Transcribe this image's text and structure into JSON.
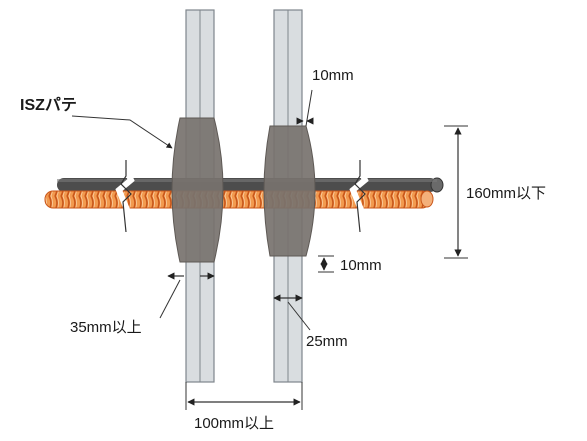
{
  "labels": {
    "putty": "ISZパテ",
    "sleeve_gap": "10mm",
    "cable_height": "160mm以下",
    "bottom_gap": "10mm",
    "left_overlap": "35mm以上",
    "right_overlap": "25mm",
    "wall_span": "100mm以上"
  },
  "colors": {
    "wall": "#d9dde0",
    "wall_edge": "#7f868c",
    "putty": "#77726e",
    "putty_edge": "#5e5955",
    "cable_dark": "#4d4d4d",
    "cable_orange": "#e8782a"
  },
  "icons": [
    "break-mark-icon",
    "dimension-arrow-icon"
  ]
}
